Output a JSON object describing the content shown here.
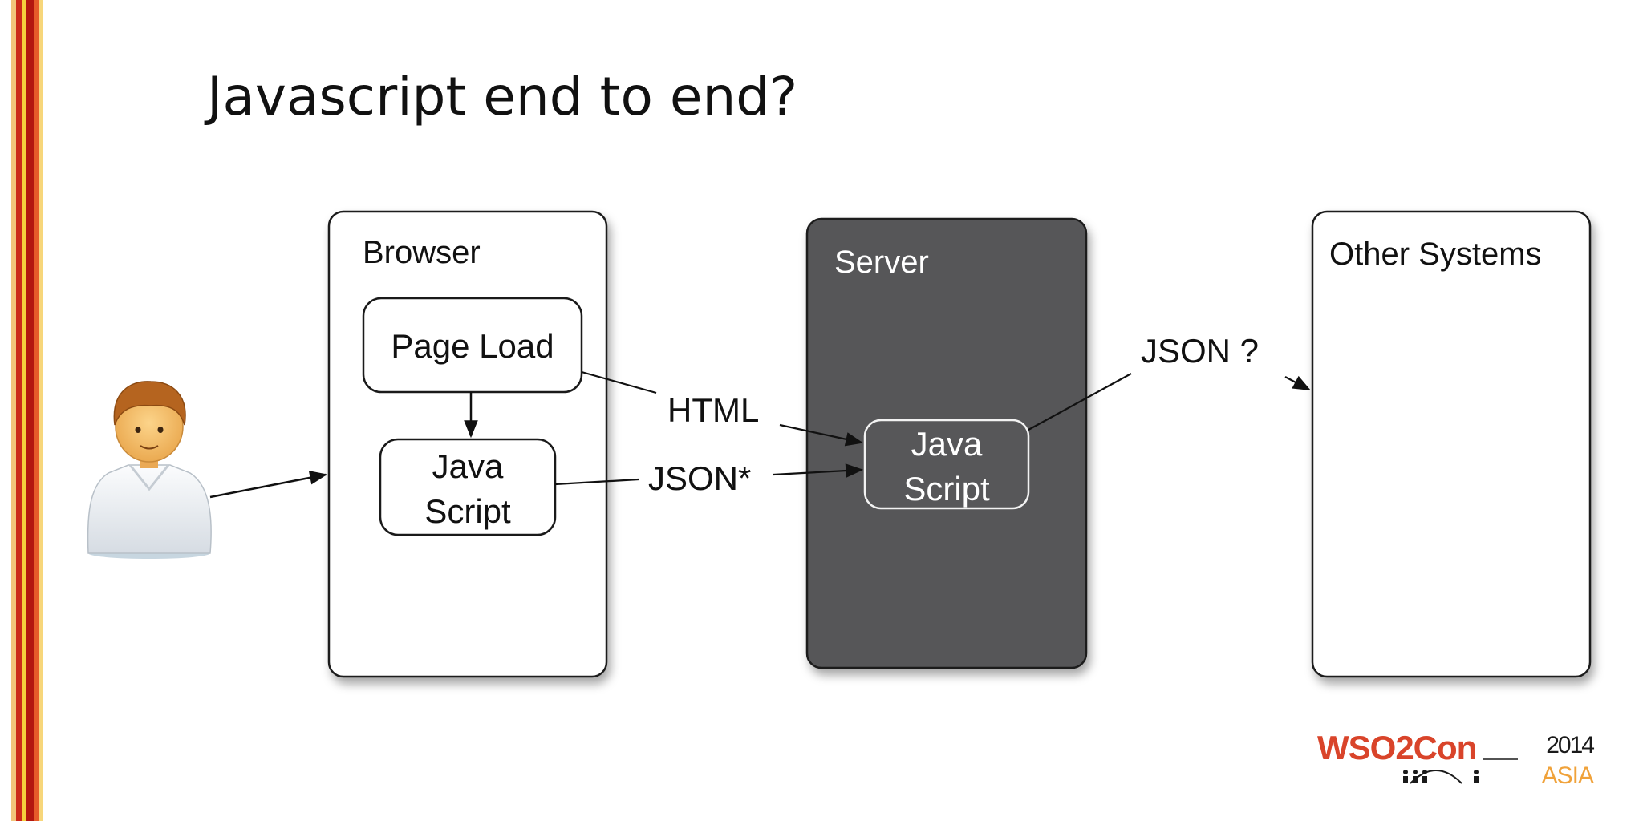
{
  "slide": {
    "title": "Javascript end to end?"
  },
  "diagram": {
    "browser": {
      "label": "Browser",
      "page_load": "Page Load",
      "js_line1": "Java",
      "js_line2": "Script"
    },
    "server": {
      "label": "Server",
      "js_line1": "Java",
      "js_line2": "Script"
    },
    "other": {
      "label": "Other Systems"
    },
    "edges": {
      "html": "HTML",
      "json_star": "JSON*",
      "json_q": "JSON ?"
    }
  },
  "logo": {
    "brand": "WSO2Con",
    "year": "2014",
    "region": "ASIA"
  },
  "colors": {
    "server_fill": "#575759",
    "box_stroke": "#1a1a1a",
    "logo_red": "#d9442a",
    "logo_orange": "#f0a23a",
    "logo_dark": "#1a1a1a"
  }
}
